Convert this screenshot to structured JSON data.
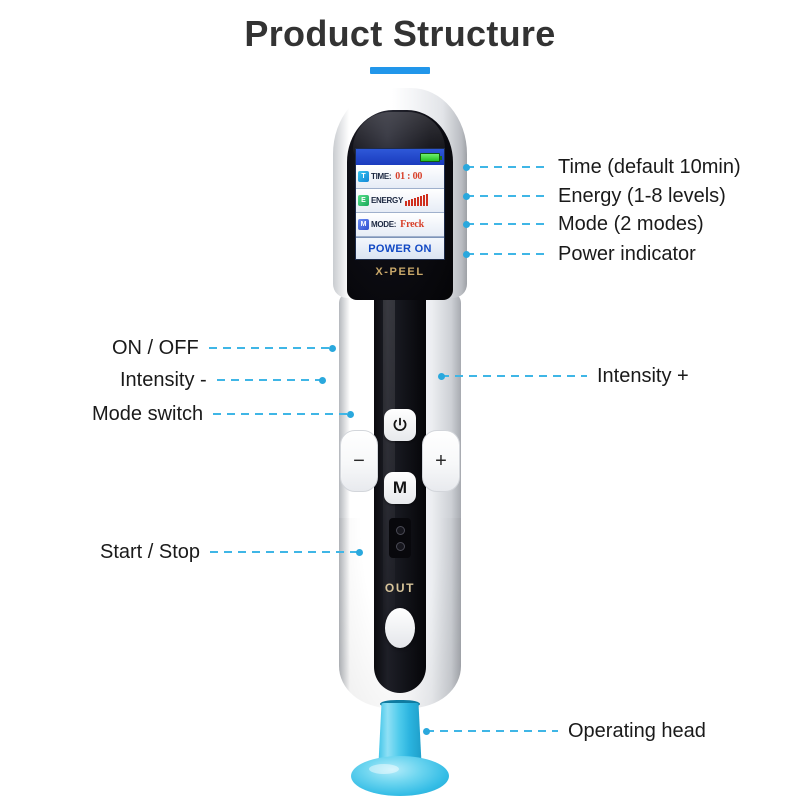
{
  "title": {
    "text": "Product Structure",
    "accent_color": "#2196ea"
  },
  "device": {
    "brand": "X-PEEL",
    "out_label": "OUT",
    "screen": {
      "battery_icon": "battery-icon",
      "rows": [
        {
          "icon": "time-icon",
          "label": "TIME:",
          "value": "01 : 00"
        },
        {
          "icon": "energy-icon",
          "label": "ENERGY",
          "value": ""
        },
        {
          "icon": "mode-icon",
          "label": "MODE:",
          "value": "Freck"
        }
      ],
      "energy_level_bars": 8,
      "power_status": "POWER ON",
      "power_status_color": "#1249c4"
    },
    "buttons": {
      "power": "⏻",
      "mode": "M",
      "minus": "−",
      "plus": "+"
    }
  },
  "callouts": {
    "right": [
      {
        "label": "Time (default 10min)"
      },
      {
        "label": "Energy (1-8 levels)"
      },
      {
        "label": "Mode (2 modes)"
      },
      {
        "label": "Power indicator"
      },
      {
        "label": "Intensity +"
      },
      {
        "label": "Operating head"
      }
    ],
    "left": [
      {
        "label": "ON / OFF"
      },
      {
        "label": "Intensity -"
      },
      {
        "label": "Mode switch"
      },
      {
        "label": "Start / Stop"
      }
    ]
  },
  "line_color": "#3fb6e6"
}
